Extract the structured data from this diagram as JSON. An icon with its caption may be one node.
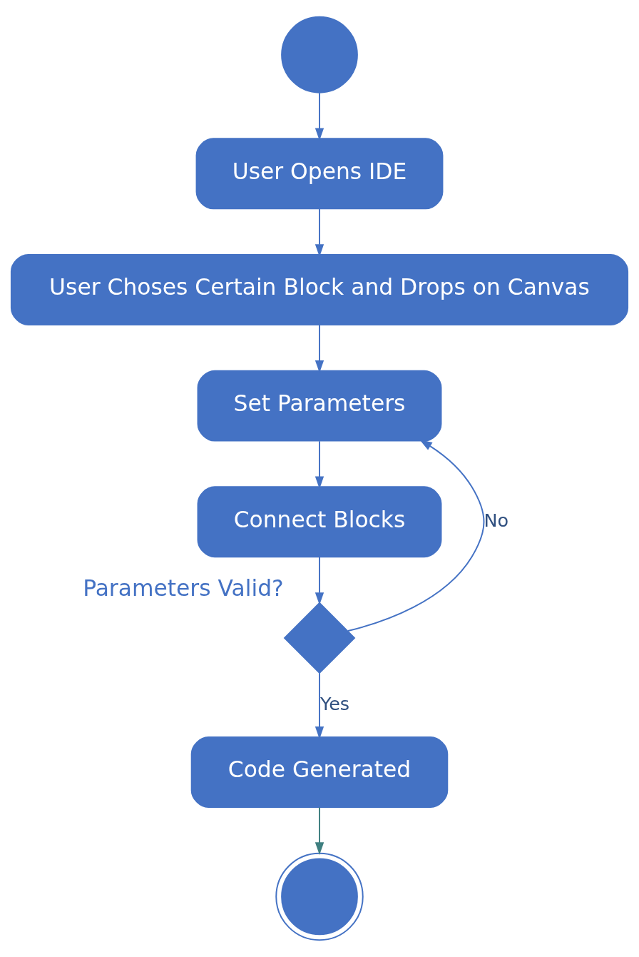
{
  "diagram": {
    "nodes": [
      {
        "text": [],
        "shape": "circle"
      },
      {
        "text": [
          "User Opens IDE"
        ]
      },
      {
        "text": [
          "User Choses Certain Block and Drops on Canvas"
        ]
      },
      {
        "text": [
          "Set Parameters"
        ]
      },
      {
        "text": [
          "Connect Blocks"
        ]
      },
      {
        "text": [],
        "shape": "diamond",
        "beside": [
          "Parameters Valid?"
        ]
      },
      {
        "text": [
          "Code Generated"
        ]
      },
      {
        "text": [],
        "shape": "circle"
      }
    ],
    "edges": [
      {
        "from": 0,
        "to": 1,
        "arrow": "to"
      },
      {
        "from": 1,
        "to": 2,
        "arrow": "to"
      },
      {
        "from": 2,
        "to": 3,
        "arrow": "to"
      },
      {
        "from": 3,
        "to": 4,
        "arrow": "to"
      },
      {
        "from": 4,
        "to": 5,
        "arrow": "to"
      },
      {
        "from": 5,
        "to": 3,
        "arrow": "to",
        "label": "No"
      },
      {
        "from": 5,
        "to": 6,
        "arrow": "to",
        "label": "Yes"
      },
      {
        "from": 6,
        "to": 7,
        "arrow": "to",
        "color": "#3f7f80"
      }
    ]
  }
}
